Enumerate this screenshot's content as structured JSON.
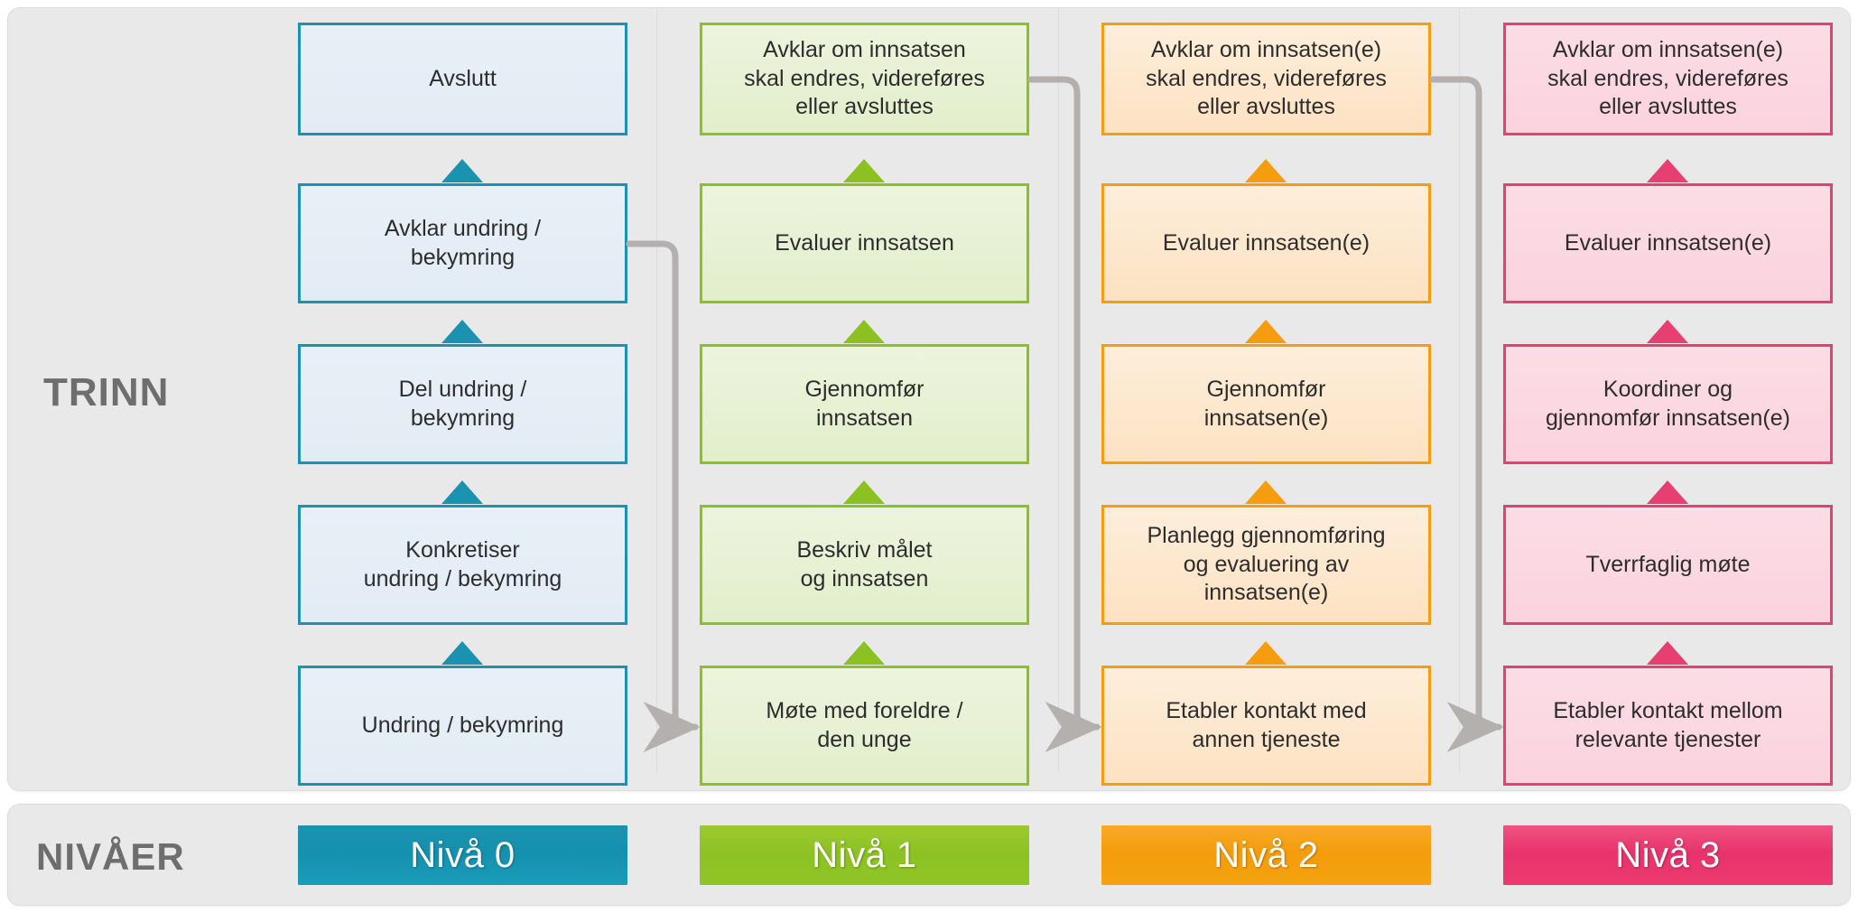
{
  "rows": {
    "trinn_label": "TRINN",
    "nivaer_label": "NIVÅER"
  },
  "colors": {
    "level0": "#1b93b0",
    "level1": "#8bc222",
    "level2": "#f59d0e",
    "level3": "#e83f73",
    "panel_bg": "#eae9e9",
    "connector": "#b3b0ae"
  },
  "columns": [
    {
      "level_label": "Nivå 0",
      "accent": "#1b93b0",
      "steps": [
        "Avslutt",
        "Avklar undring /\nbekymring",
        "Del undring /\nbekymring",
        "Konkretiser\nundring / bekymring",
        "Undring / bekymring"
      ]
    },
    {
      "level_label": "Nivå 1",
      "accent": "#8bc222",
      "steps": [
        "Avklar om innsatsen\nskal endres, videreføres\neller avsluttes",
        "Evaluer innsatsen",
        "Gjennomfør\ninnsatsen",
        "Beskriv målet\nog innsatsen",
        "Møte med foreldre /\nden unge"
      ]
    },
    {
      "level_label": "Nivå 2",
      "accent": "#f59d0e",
      "steps": [
        "Avklar om innsatsen(e)\nskal endres, videreføres\neller avsluttes",
        "Evaluer innsatsen(e)",
        "Gjennomfør\ninnsatsen(e)",
        "Planlegg gjennomføring\nog evaluering av\ninnsatsen(e)",
        "Etabler kontakt med\nannen tjeneste"
      ]
    },
    {
      "level_label": "Nivå 3",
      "accent": "#e83f73",
      "steps": [
        "Avklar om innsatsen(e)\nskal endres, videreføres\neller avsluttes",
        "Evaluer innsatsen(e)",
        "Koordiner og\ngjennomfør innsatsen(e)",
        "Tverrfaglig møte",
        "Etabler kontakt mellom\nrelevante tjenester"
      ]
    }
  ],
  "connectors": [
    {
      "from_column": 0,
      "from_step": 1,
      "to_column": 1,
      "to_step": 4
    },
    {
      "from_column": 1,
      "from_step": 0,
      "to_column": 2,
      "to_step": 4
    },
    {
      "from_column": 2,
      "from_step": 0,
      "to_column": 3,
      "to_step": 4
    }
  ]
}
